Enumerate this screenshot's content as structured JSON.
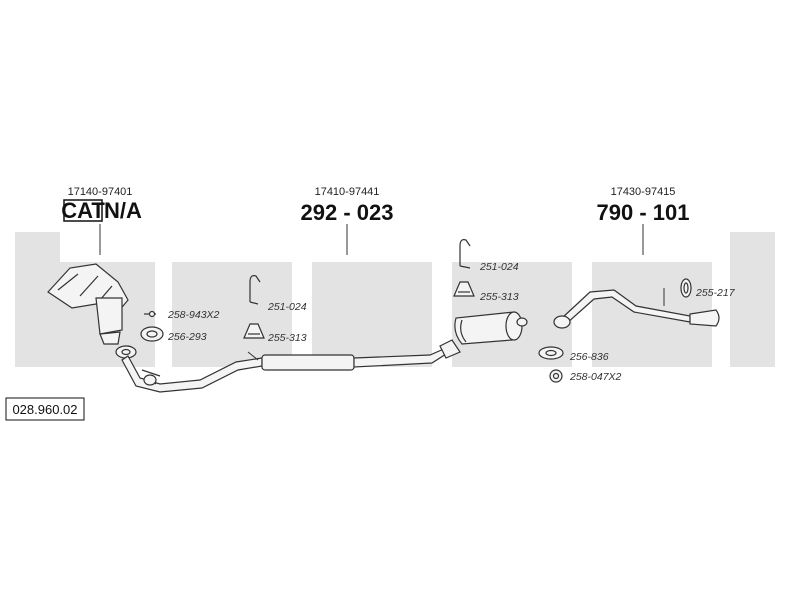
{
  "groups": [
    {
      "oe_number": "17140-97401",
      "part_number": "CAT",
      "part_suffix": "N/A"
    },
    {
      "oe_number": "17410-97441",
      "part_number": "292 - 023"
    },
    {
      "oe_number": "17430-97415",
      "part_number": "790 - 101"
    }
  ],
  "parts": {
    "p1": "258-943X2",
    "p2": "256-293",
    "p3": "251-024",
    "p4": "255-313",
    "p5": "251-024",
    "p6": "255-313",
    "p7": "256-836",
    "p8": "258-047X2",
    "p9": "255-217"
  },
  "reference": "028.960.02"
}
